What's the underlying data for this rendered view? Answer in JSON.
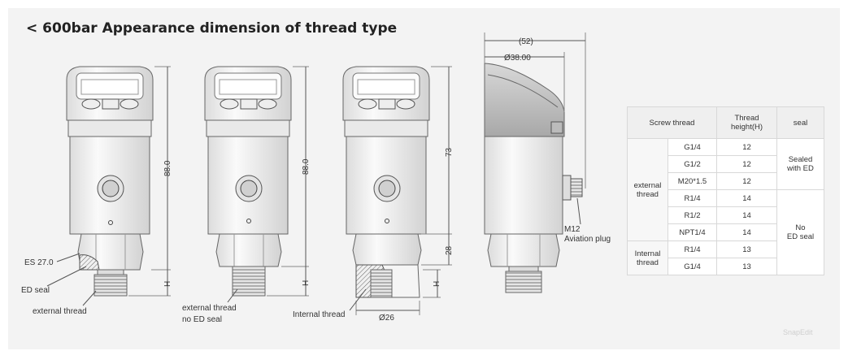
{
  "title": "< 600bar Appearance dimension of thread type",
  "drawing_labels": {
    "es": "ES 27.0",
    "ed_seal": "ED seal",
    "external_thread": "external thread",
    "external_thread_2": "external thread",
    "no_ed_seal": "no ED seal",
    "internal_thread": "Internal thread",
    "m12": "M12",
    "aviation_plug": "Aviation plug",
    "h1": "H",
    "h2": "H",
    "h3": "H",
    "len1": "88.0",
    "len2": "88.0",
    "len3": "73",
    "len4": "28",
    "d26": "Ø26",
    "d52": "(52)",
    "d38": "Ø38.00"
  },
  "table": {
    "headers": {
      "screw_thread": "Screw thread",
      "thread_height_1": "Thread",
      "thread_height_2": "height(H)",
      "seal": "seal"
    },
    "groups": {
      "external_1": "external",
      "external_2": "thread",
      "internal_1": "Internal",
      "internal_2": "thread"
    },
    "seals": {
      "sealed_1": "Sealed",
      "sealed_2": "with ED",
      "no_1": "No",
      "no_2": "ED seal"
    },
    "rows": [
      {
        "thread": "G1/4",
        "height": "12"
      },
      {
        "thread": "G1/2",
        "height": "12"
      },
      {
        "thread": "M20*1.5",
        "height": "12"
      },
      {
        "thread": "R1/4",
        "height": "14"
      },
      {
        "thread": "R1/2",
        "height": "14"
      },
      {
        "thread": "NPT1/4",
        "height": "14"
      },
      {
        "thread": "R1/4",
        "height": "13"
      },
      {
        "thread": "G1/4",
        "height": "13"
      }
    ]
  },
  "watermark": "SnapEdit",
  "icons": {
    "display_buttons": "button-icons",
    "connector": "m12-connector-icon"
  }
}
